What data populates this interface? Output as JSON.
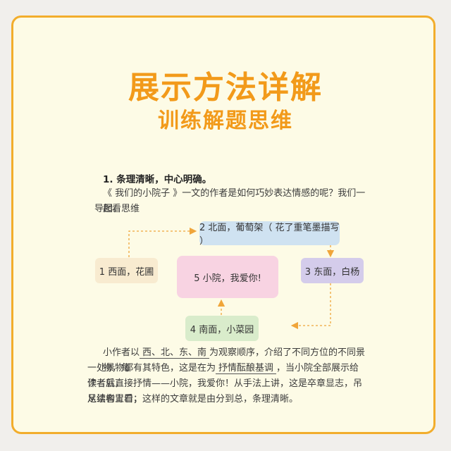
{
  "title": "展示方法详解",
  "subtitle": "训练解题思维",
  "section": {
    "heading": "1. 条理清晰，中心明确。",
    "intro_line1": "《 我们的小院子 》一文的作者是如何巧妙表达情感的呢？我们一起看思维",
    "intro_line2": "导图。"
  },
  "diagram": {
    "north": "2 北面，葡萄架（ 花了重笔墨描写 ）",
    "west": "1 西面，花圃",
    "center": "5 小院，我爱你!",
    "east": "3 东面，白杨",
    "south": "4 南面，小菜园"
  },
  "paragraph": {
    "line1_a": "小作者以",
    "line1_blank": "西、北、东、南",
    "line1_b": "为观察顺序，介绍了不同方位的不同景物，每",
    "line2_a": "一处景物都有其特色，这是在为",
    "line2_blank": "抒情酝酿基调",
    "line2_b": "，当小院全部展示给读者后，",
    "line3": "作者就直接抒情——小院，我爱你！从手法上讲，这是卒章显志，吊足读者胃口；",
    "line4": "从结构上看，这样的文章就是由分到总，条理清晰。"
  },
  "colors": {
    "accent": "#f29a1a",
    "border": "#f2ad2c",
    "card_bg": "#fdfbe6",
    "north_box": "#cfe2f1",
    "west_box": "#f8ebd0",
    "center_box": "#f8d3e2",
    "east_box": "#d4cceb",
    "south_box": "#d9eccb",
    "arrow": "#f0a53a"
  }
}
